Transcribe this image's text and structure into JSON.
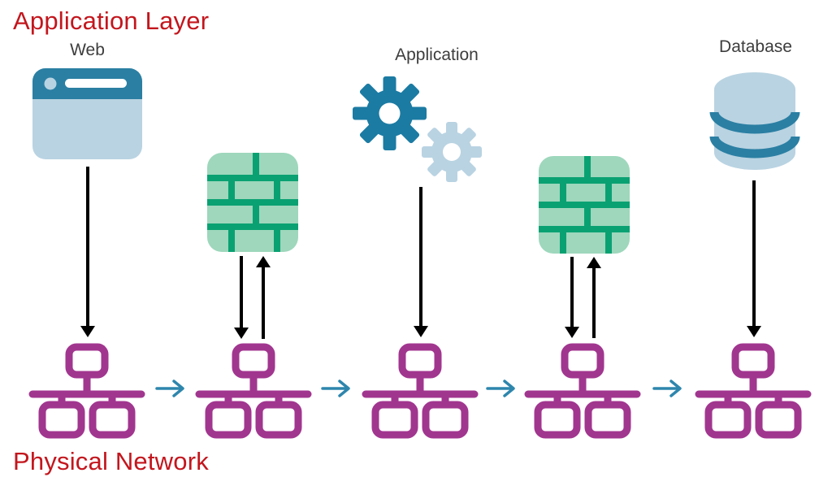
{
  "diagram": {
    "title_top": "Application Layer",
    "title_bottom": "Physical Network",
    "tiers": {
      "web": {
        "label": "Web"
      },
      "application": {
        "label": "Application"
      },
      "database": {
        "label": "Database"
      }
    },
    "firewalls": {
      "count": 2
    },
    "physical_network_nodes": {
      "count": 5
    },
    "flow": "web -> network1 -> firewall1 <-> network2 -> application -> network3 -> firewall2 <-> network4 -> database -> network5",
    "colors": {
      "title_red": "#c3161d",
      "label_gray": "#3d3d3d",
      "teal_dark": "#2b7fa3",
      "light_blue": "#b9d3e2",
      "firewall_bg": "#9ed7bc",
      "firewall_brick": "#0aa172",
      "network_purple": "#a1368f",
      "flow_arrow_blue": "#2e86ad",
      "arrow_black": "#000000"
    },
    "icons": [
      "web-browser-icon",
      "gears-icon",
      "database-cylinder-icon",
      "firewall-brick-icon",
      "network-tree-icon",
      "down-arrow",
      "up-arrow",
      "right-arrow"
    ]
  }
}
